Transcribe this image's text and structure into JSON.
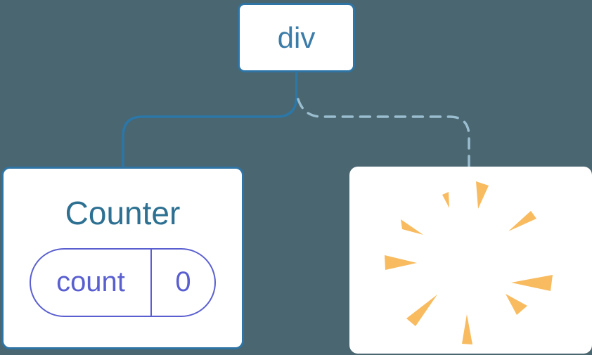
{
  "root_node": {
    "label": "div"
  },
  "counter_node": {
    "title": "Counter",
    "state": {
      "name": "count",
      "value": "0"
    }
  },
  "poof_node": {
    "icon": "poof-burst-icon"
  },
  "connections": {
    "counter": "solid",
    "poof": "dashed"
  },
  "colors": {
    "background": "#4A6670",
    "node_border": "#2E74A4",
    "node_text": "#3B7CA8",
    "counter_title": "#2D7091",
    "state_accent": "#5A5FD0",
    "solid_connector": "#2B77A8",
    "dashed_connector": "#9ABDCF",
    "poof": "#F8BB5F",
    "card_bg": "#FFFFFF"
  }
}
